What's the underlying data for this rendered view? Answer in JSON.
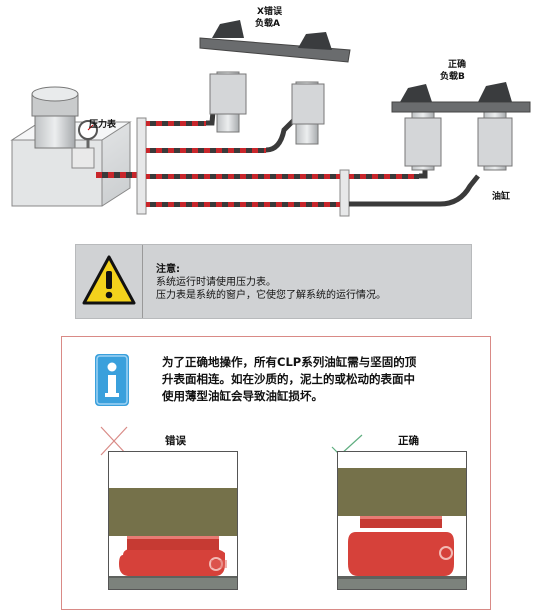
{
  "diagram": {
    "labels": {
      "load_x_line1": "X错误",
      "load_x_line2": "负载A",
      "load_ok_line1": "正确",
      "load_ok_line2": "负载B",
      "gauge": "压力表",
      "cylinder": "油缸"
    }
  },
  "caution": {
    "title": "注意:",
    "line1": "系统运行时请使用压力表。",
    "line2": "压力表是系统的窗户，它使您了解系统的运行情况。"
  },
  "info": {
    "line1": "为了正确地操作，所有CLP系列油缸需与坚固的顶",
    "line2": "升表面相连。如在沙质的，泥土的或松动的表面中",
    "line3": "使用薄型油缸会导致油缸损坏。",
    "wrong_label": "错误",
    "right_label": "正确"
  },
  "colors": {
    "hose_red": "#c8262b",
    "hose_dark": "#3a3a3a",
    "cylinder_red": "#d6413a",
    "block_olive": "#75714a",
    "caution_bg": "#d0d2d4",
    "info_border": "#d98a86"
  }
}
